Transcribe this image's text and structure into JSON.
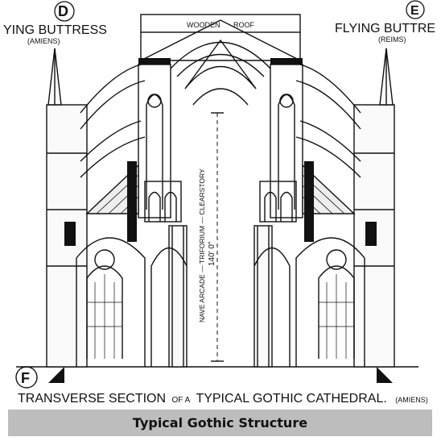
{
  "drawing": {
    "label_top_left_letter": "D",
    "label_top_left_title": "YING BUTTRESS",
    "label_top_left_sub": "(AMIENS)",
    "label_top_right_letter": "E",
    "label_top_right_title": "FLYING BUTTRE",
    "label_top_right_sub": "(REIMS)",
    "roof_label_left": "WOODEN",
    "roof_label_right": "ROOF",
    "vertical_dimension_label": "NAVE ARCADE — TRIFORIUM — CLEARSTORY",
    "height_label": "140' 0\"",
    "corner_letter": "F",
    "section_title_part1": "TRANSVERSE SECTION",
    "section_title_part2": "OF A",
    "section_title_part3": "TYPICAL GOTHIC CATHEDRAL.",
    "section_title_part4": "(AMIENS)"
  },
  "caption": {
    "text": "Typical Gothic Structure"
  }
}
